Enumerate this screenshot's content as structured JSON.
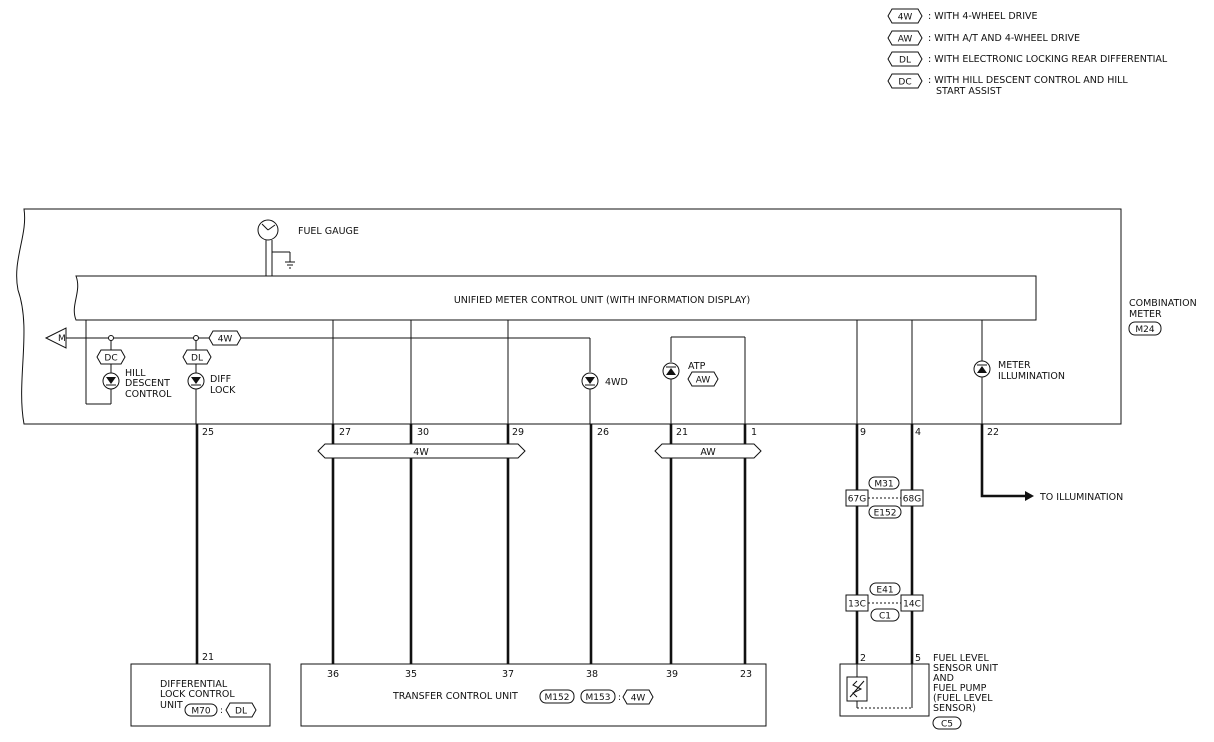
{
  "legend": [
    {
      "code": "4W",
      "text": ": WITH 4-WHEEL DRIVE"
    },
    {
      "code": "AW",
      "text": ": WITH A/T AND 4-WHEEL DRIVE"
    },
    {
      "code": "DL",
      "text": ": WITH ELECTRONIC LOCKING REAR DIFFERENTIAL"
    },
    {
      "code": "DC",
      "text": ": WITH HILL DESCENT CONTROL AND HILL",
      "text2": "START ASSIST"
    }
  ],
  "meter": {
    "name_line1": "COMBINATION",
    "name_line2": "METER",
    "connector": "M24",
    "control_unit": "UNIFIED METER CONTROL UNIT (WITH INFORMATION DISPLAY)",
    "fuel_gauge": "FUEL GAUGE",
    "m_mark": "M"
  },
  "indicators": {
    "hill_l1": "HILL",
    "hill_l2": "DESCENT",
    "hill_l3": "CONTROL",
    "diff_l1": "DIFF",
    "diff_l2": "LOCK",
    "fwd": "4WD",
    "atp": "ATP",
    "illum_l1": "METER",
    "illum_l2": "ILLUMINATION"
  },
  "option_tags": {
    "dc": "DC",
    "dl": "DL",
    "w4": "4W",
    "aw": "AW"
  },
  "harness": {
    "w4": "4W",
    "aw": "AW"
  },
  "meter_pins": [
    "25",
    "27",
    "30",
    "29",
    "26",
    "21",
    "1",
    "9",
    "4",
    "22"
  ],
  "to_illumination": "TO ILLUMINATION",
  "connectors": {
    "c1_top": "M31",
    "c1_bottom": "E152",
    "c1_left_pin": "67G",
    "c1_right_pin": "68G",
    "c2_top": "E41",
    "c2_bottom": "C1",
    "c2_left_pin": "13C",
    "c2_right_pin": "14C"
  },
  "diff_unit": {
    "pin": "21",
    "l1": "DIFFERENTIAL",
    "l2": "LOCK CONTROL",
    "l3": "UNIT",
    "connector": "M70",
    "option": "DL"
  },
  "transfer_unit": {
    "pins": [
      "36",
      "35",
      "37",
      "38",
      "39",
      "23"
    ],
    "name": "TRANSFER CONTROL UNIT",
    "connector1": "M152",
    "connector2": "M153",
    "option": "4W"
  },
  "fuel_sensor": {
    "pin_left": "2",
    "pin_right": "5",
    "l1": "FUEL LEVEL",
    "l2": "SENSOR UNIT",
    "l3": "AND",
    "l4": "FUEL PUMP",
    "l5": "(FUEL LEVEL",
    "l6": "SENSOR)",
    "connector": "C5"
  }
}
